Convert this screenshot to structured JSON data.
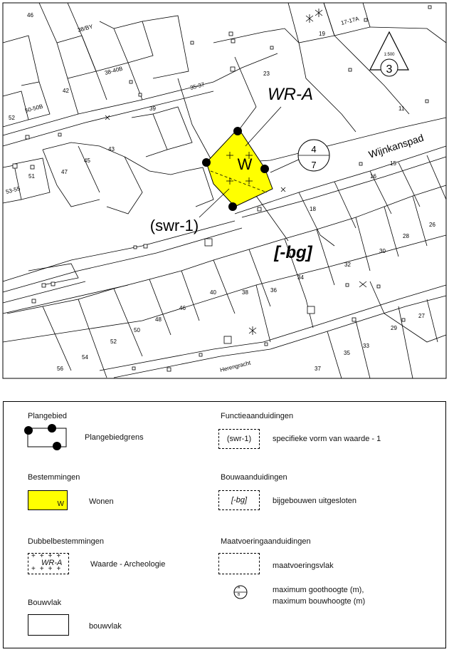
{
  "map": {
    "parcel_numbers": {
      "n46": "46",
      "n38by": "38/BY",
      "n3840b": "38-40B",
      "n42": "42",
      "n52a": "52",
      "n5050b": "50-50B",
      "n3537": "35-37",
      "n39": "39",
      "n23": "23",
      "n19": "19",
      "n1717a": "17-17A",
      "n11": "11",
      "n43": "43",
      "n45": "45",
      "n47": "47",
      "n51": "51",
      "n5355": "53-55",
      "n16": "16",
      "n15": "15",
      "n18": "18",
      "n28": "28",
      "n26": "26",
      "n30": "30",
      "n32": "32",
      "n34": "34",
      "n36": "36",
      "n38": "38",
      "n40": "40",
      "n46b": "46",
      "n48": "48",
      "n50": "50",
      "n52b": "52",
      "n54": "54",
      "n56": "56",
      "n29": "29",
      "n27": "27",
      "n35": "35",
      "n33": "33",
      "n37": "37"
    },
    "street_wijnkanspad": "Wijnkanspad",
    "street_herengracht": "Herengracht",
    "label_wra": "WR-A",
    "label_w": "W",
    "label_swr1": "(swr-1)",
    "label_bg": "[-bg]",
    "height_top": "4",
    "height_bottom": "7",
    "north_scale": "1:500",
    "north_number": "3",
    "colors": {
      "wonen": "#ffff00",
      "line": "#000000"
    }
  },
  "legend": {
    "plangebied_title": "Plangebied",
    "plangebiedgrens": "Plangebiedgrens",
    "bestemmingen_title": "Bestemmingen",
    "wonen_code": "W",
    "wonen": "Wonen",
    "dubbel_title": "Dubbelbestemmingen",
    "wra_code": "WR-A",
    "waarde_archeologie": "Waarde - Archeologie",
    "bouwvlak_title": "Bouwvlak",
    "bouwvlak": "bouwvlak",
    "functie_title": "Functieaanduidingen",
    "swr_code": "(swr-1)",
    "swr_desc": "specifieke vorm van waarde - 1",
    "bouwaand_title": "Bouwaanduidingen",
    "bg_code": "[-bg]",
    "bg_desc": "bijgebouwen uitgesloten",
    "maatvoering_title": "Maatvoeringaanduidingen",
    "maatvoeringsvlak": "maatvoeringsvlak",
    "height_sym_top": "A",
    "height_sym_bottom": "B",
    "goothoogte": "maximum goothoogte (m),",
    "bouwhoogte": "maximum bouwhoogte (m)"
  }
}
